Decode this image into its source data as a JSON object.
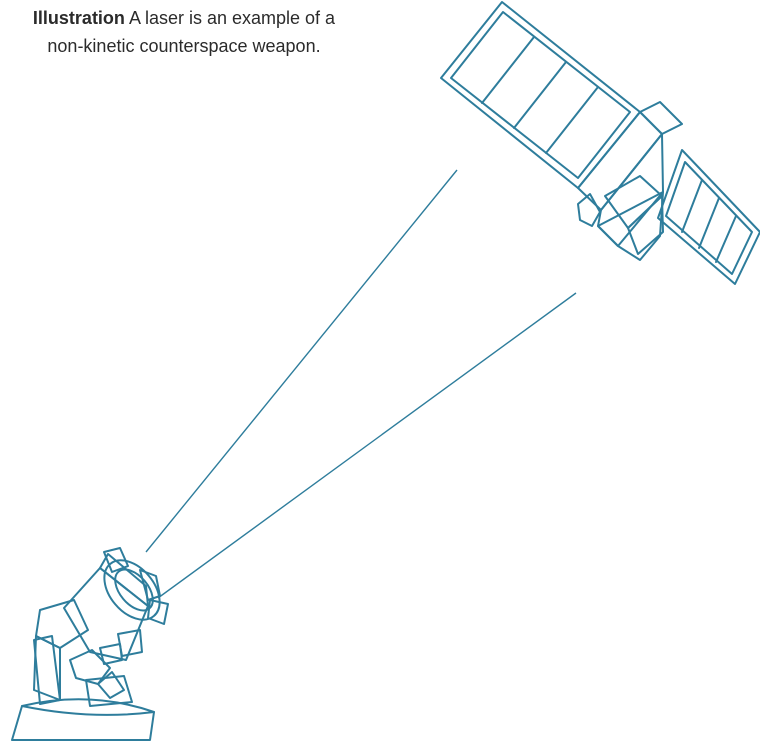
{
  "caption": {
    "bold_label": "Illustration",
    "text_line1": " A laser is an example of a",
    "text_line2": "non-kinetic counterspace weapon."
  },
  "colors": {
    "line_art": "#2e7d9c",
    "caption_text": "#2b2b2b",
    "background": "#ffffff"
  },
  "icons": [
    "satellite-icon",
    "laser-weapon-icon"
  ]
}
